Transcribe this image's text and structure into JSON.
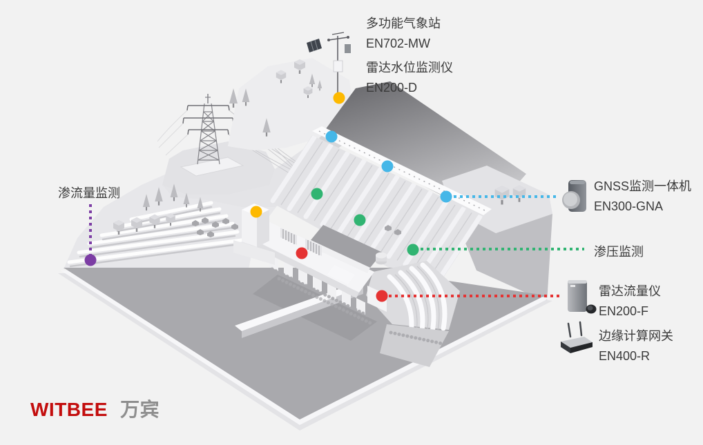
{
  "palette": {
    "background": "#f2f2f2",
    "marker_yellow": "#fdb900",
    "marker_blue": "#45b7e8",
    "marker_green": "#31b472",
    "marker_red": "#e53333",
    "marker_purple": "#7c3da4",
    "label_text": "#3a3a3a",
    "logo_red": "#c30d0d",
    "logo_gray": "#8e8e8e"
  },
  "callouts": {
    "weather_station": {
      "title": "多功能气象站",
      "model": "EN702-MW"
    },
    "radar_water_level": {
      "title": "雷达水位监测仪",
      "model": "EN200-D"
    },
    "gnss_monitor": {
      "title": "GNSS监测一体机",
      "model": "EN300-GNA"
    },
    "seepage_pressure": {
      "title": "渗压监测"
    },
    "radar_flow_meter": {
      "title": "雷达流量仪",
      "model": "EN200-F"
    },
    "edge_gateway": {
      "title": "边缘计算网关",
      "model": "EN400-R"
    },
    "seepage_flow": {
      "title": "渗流量监测"
    }
  },
  "markers": [
    {
      "id": "weather-station",
      "color": "yellow"
    },
    {
      "id": "dam-crest-left",
      "color": "blue"
    },
    {
      "id": "dam-crest-middle",
      "color": "blue"
    },
    {
      "id": "dam-crest-right",
      "color": "blue"
    },
    {
      "id": "dam-face-upper",
      "color": "green"
    },
    {
      "id": "dam-face-middle",
      "color": "green"
    },
    {
      "id": "dam-face-lower",
      "color": "green"
    },
    {
      "id": "station-building",
      "color": "yellow"
    },
    {
      "id": "powerhouse-outlet",
      "color": "red"
    },
    {
      "id": "spillway-outlet",
      "color": "red"
    },
    {
      "id": "seepage-flow-point",
      "color": "purple"
    }
  ],
  "icons": {
    "gnss_device": "gnss-device-icon",
    "radar_flow_device": "radar-flow-device-icon",
    "edge_gateway_device": "edge-gateway-router-icon",
    "weather_station_mast": "weather-station-mast-icon"
  },
  "logo": {
    "brand_en": "WITBEE",
    "brand_cn": "万宾"
  }
}
